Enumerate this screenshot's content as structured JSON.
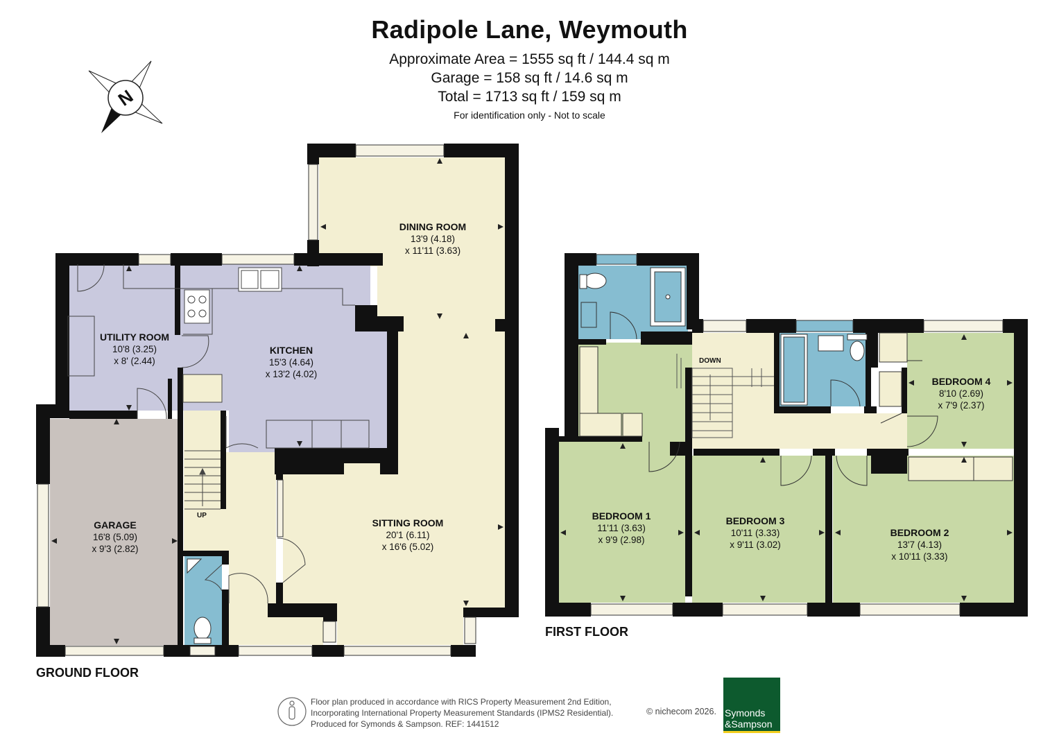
{
  "header": {
    "title": "Radipole Lane, Weymouth",
    "area_approx": "Approximate Area = 1555 sq ft / 144.4 sq m",
    "area_garage": "Garage = 158 sq ft / 14.6 sq m",
    "area_total": "Total = 1713 sq ft / 159 sq m",
    "disclaimer": "For identification only - Not to scale"
  },
  "compass": {
    "label": "N",
    "icon": "north-arrow-icon"
  },
  "floors": {
    "ground": "GROUND FLOOR",
    "first": "FIRST FLOOR"
  },
  "rooms": {
    "dining": {
      "name": "DINING ROOM",
      "dim1": "13'9 (4.18)",
      "dim2": "x 11'11 (3.63)"
    },
    "utility": {
      "name": "UTILITY ROOM",
      "dim1": "10'8 (3.25)",
      "dim2": "x 8' (2.44)"
    },
    "kitchen": {
      "name": "KITCHEN",
      "dim1": "15'3 (4.64)",
      "dim2": "x 13'2 (4.02)"
    },
    "garage": {
      "name": "GARAGE",
      "dim1": "16'8 (5.09)",
      "dim2": "x 9'3 (2.82)"
    },
    "sitting": {
      "name": "SITTING ROOM",
      "dim1": "20'1 (6.11)",
      "dim2": "x 16'6 (5.02)"
    },
    "bedroom1": {
      "name": "BEDROOM 1",
      "dim1": "11'11 (3.63)",
      "dim2": "x 9'9 (2.98)"
    },
    "bedroom3": {
      "name": "BEDROOM 3",
      "dim1": "10'11 (3.33)",
      "dim2": "x 9'11 (3.02)"
    },
    "bedroom2": {
      "name": "BEDROOM 2",
      "dim1": "13'7 (4.13)",
      "dim2": "x 10'11 (3.33)"
    },
    "bedroom4": {
      "name": "BEDROOM 4",
      "dim1": "8'10 (2.69)",
      "dim2": "x 7'9 (2.37)"
    }
  },
  "stairs": {
    "up": "UP",
    "down": "DOWN"
  },
  "footer": {
    "line1": "Floor plan produced in accordance with RICS Property Measurement 2nd Edition,",
    "line2": "Incorporating International Property Measurement Standards (IPMS2 Residential).",
    "line3": "Produced for Symonds & Sampson.   REF: 1441512",
    "copyright": "© nichecom 2026.",
    "logo_line1": "Symonds",
    "logo_line2": "&Sampson"
  },
  "colors": {
    "wall": "#111111",
    "living": "#f3efd2",
    "kitchen": "#c9c9de",
    "garage": "#c9c2be",
    "bedroom": "#c8d9a6",
    "bathroom": "#86bdd1",
    "brand": "#0d5a2e",
    "brand_accent": "#f4cf1f"
  }
}
